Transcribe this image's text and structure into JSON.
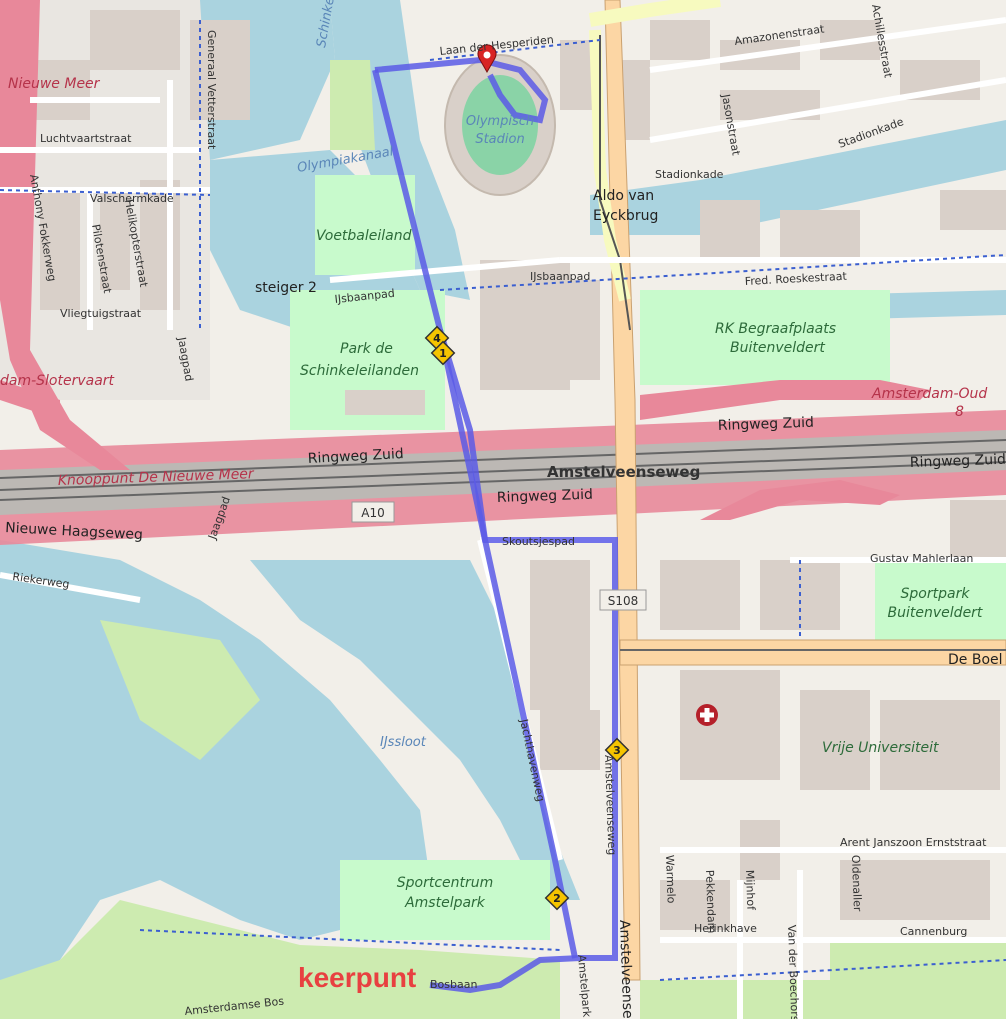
{
  "map": {
    "labels": {
      "nieuwe_meer": "Nieuwe Meer",
      "luchtvaartstraat": "Luchtvaartstraat",
      "generaal_vetterstraat": "Generaal Vetterstraat",
      "schinkel": "Schinkel",
      "olympiakanaal": "Olympiakanaal",
      "laan_hesperiden": "Laan der Hesperiden",
      "amazonenstraat": "Amazonenstraat",
      "achillesstraat": "Achillesstraat",
      "jasonstraat": "Jasonstraat",
      "stadionkade_1": "Stadionkade",
      "stadionkade_2": "Stadionkade",
      "olympisch_stadion": "Olympisch",
      "olympisch_stadion_2": "Stadion",
      "aldo_van_eyckbrug_1": "Aldo van",
      "aldo_van_eyckbrug_2": "Eyckbrug",
      "valschermkade": "Valschermkade",
      "anthony_fokkerweg": "Anthony Fokkerweg",
      "helikopterstraat": "Helikopterstraat",
      "pilotenstraat": "Pilotenstraat",
      "voetbaleiland": "Voetbaleiland",
      "steiger_2": "steiger 2",
      "ijsbaanpad_1": "IJsbaanpad",
      "ijsbaanpad_2": "IJsbaanpad",
      "fred_roeskestraat": "Fred. Roeskestraat",
      "vliegtuigstraat": "Vliegtuigstraat",
      "jaagpad_1": "Jaagpad",
      "park_schinkeleilanden_1": "Park de",
      "park_schinkeleilanden_2": "Schinkeleilanden",
      "rk_begraafplaats_1": "RK Begraafplaats",
      "rk_begraafplaats_2": "Buitenveldert",
      "dam_slotervaart": "dam-Slotervaart",
      "amsterdam_oud": "Amsterdam-Oud",
      "amsterdam_oud_8": "8",
      "ringweg_zuid_1": "Ringweg Zuid",
      "ringweg_zuid_2": "Ringweg Zuid",
      "ringweg_zuid_3": "Ringweg Zuid",
      "ringweg_zuid_4": "Ringweg Zuid",
      "knooppunt": "Knooppunt De Nieuwe Meer",
      "amstelveenseweg_station": "Amstelveenseweg",
      "a10": "A10",
      "nieuwe_haagseweg": "Nieuwe Haagseweg",
      "schaatsenpad": "Skoutsjespad",
      "gustav_mahlerlaan": "Gustav Mahlerlaan",
      "riekerweg": "Riekerweg",
      "jaagpad_2": "Jaagpad",
      "s108": "S108",
      "sportpark_1": "Sportpark",
      "sportpark_2": "Buitenveldert",
      "de_boelelaan": "De Boel",
      "vrije_universiteit": "Vrije Universiteit",
      "ijssloot": "IJssloot",
      "jachthavenweg": "Jachthavenweg",
      "amstelveenseweg_road": "Amstelveenseweg",
      "amstelveenseweg_road_2": "Amstelveenseweg",
      "arent_janszoon": "Arent Janszoon Ernststraat",
      "oldenaller": "Oldenaller",
      "warmelo": "Warmelo",
      "pekkendam": "Pekkendam",
      "mijnhof": "Mijnhof",
      "herinkhave": "Herinkhave",
      "van_der_boechorst": "Van der Boechorst",
      "cannenburg": "Cannenburg",
      "sportcentrum_1": "Sportcentrum",
      "sportcentrum_2": "Amstelpark",
      "keerpunt": "keerpunt",
      "bosbaan": "Bosbaan",
      "amstelpark_s": "Amstelpark",
      "om_bos": "Amsterdamse Bos"
    },
    "route_markers": [
      "1",
      "2",
      "3",
      "4"
    ],
    "colors": {
      "route": "#5a5ae6",
      "motorway": "#e8889a",
      "primary": "#fcd6a4",
      "water": "#aad3df",
      "park": "#c8facc",
      "grass": "#cdebb0",
      "building": "#d9d0c9",
      "landuse": "#f2efe9",
      "marker": "#f5c400",
      "keerpunt": "#e84040",
      "pin": "#d82424"
    },
    "icons": [
      "destination-pin-icon",
      "hospital-icon",
      "route-marker-icon"
    ]
  }
}
